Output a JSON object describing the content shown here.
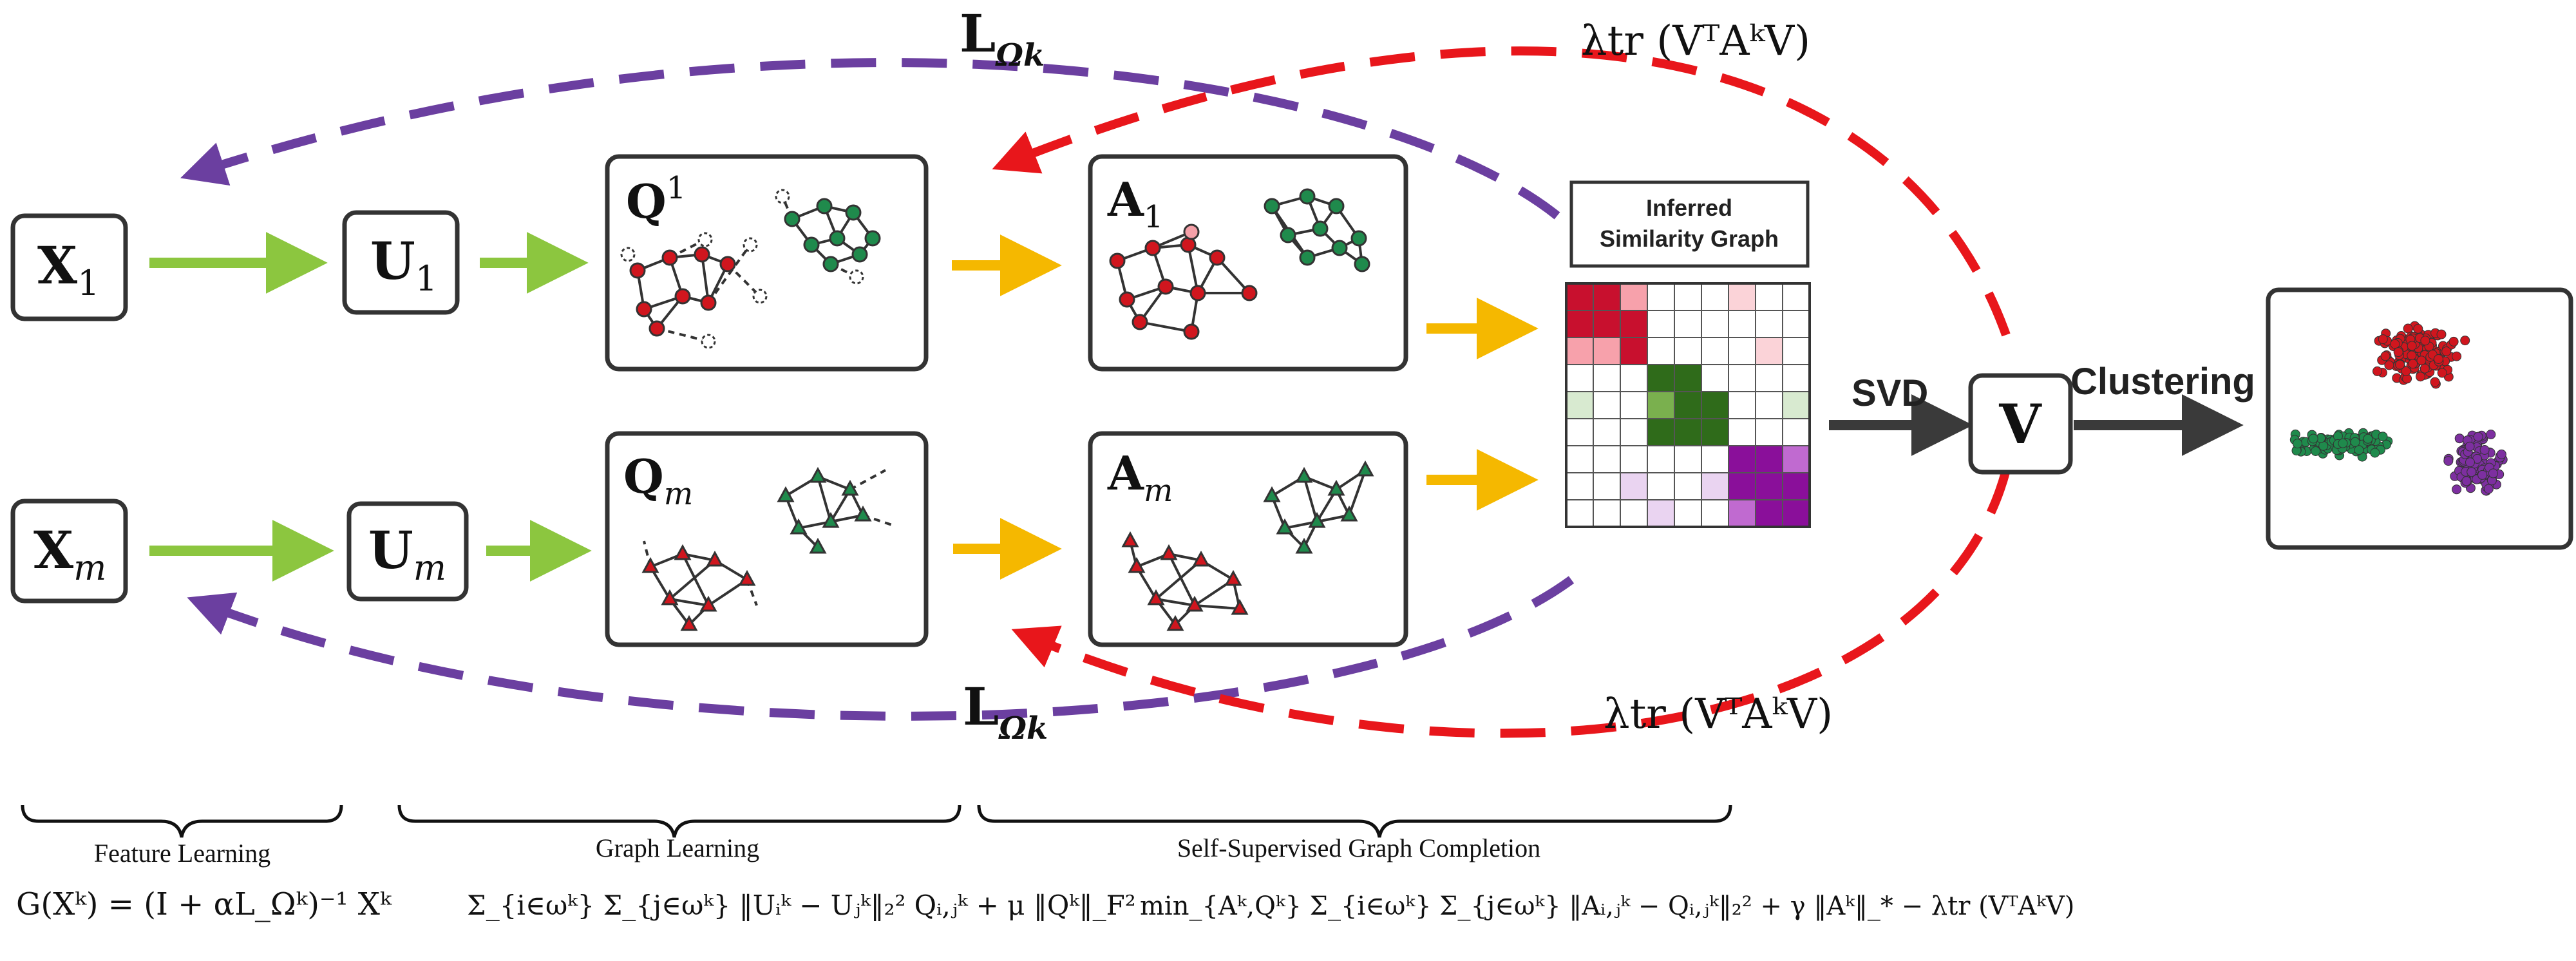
{
  "nodes": {
    "x1": {
      "main": "X",
      "sub": "1"
    },
    "xm": {
      "main": "X",
      "sub": "m"
    },
    "u1": {
      "main": "U",
      "sub": "1"
    },
    "um": {
      "main": "U",
      "sub": "m"
    },
    "q1": {
      "main": "Q",
      "sup": "1"
    },
    "qm": {
      "main": "Q",
      "sub": "m"
    },
    "a1": {
      "main": "A",
      "sub": "1"
    },
    "am": {
      "main": "A",
      "sub": "m"
    },
    "v": {
      "main": "V"
    }
  },
  "similarity_graph": {
    "title_line1": "Inferred",
    "title_line2": "Similarity Graph"
  },
  "svd_label": "SVD",
  "clustering_label": "Clustering",
  "loss_labels": {
    "l_omega_top": {
      "main": "L",
      "sub": "Ωk"
    },
    "l_omega_bottom": {
      "main": "L",
      "sub": "Ωk"
    },
    "lambda_top": "λtr (VᵀAᵏV)",
    "lambda_bottom": "λtr (VᵀAᵏV)"
  },
  "sections": {
    "feature": {
      "label": "Feature Learning",
      "formula": "G(Xᵏ) = (I + αL_Ωᵏ)⁻¹ Xᵏ"
    },
    "graph": {
      "label": "Graph Learning",
      "formula": "Σ_{i∈ωᵏ} Σ_{j∈ωᵏ} ‖Uᵢᵏ − Uⱼᵏ‖₂² Qᵢ,ⱼᵏ + μ ‖Qᵏ‖_F²"
    },
    "completion": {
      "label": "Self-Supervised Graph Completion",
      "formula": "min_{Aᵏ,Qᵏ} Σ_{i∈ωᵏ} Σ_{j∈ωᵏ} ‖Aᵢ,ⱼᵏ − Qᵢ,ⱼᵏ‖₂² + γ ‖Aᵏ‖_* − λtr (VᵀAᵏV)"
    }
  },
  "colors": {
    "green_arrow": "#8cc63f",
    "yellow_arrow": "#f5b800",
    "purple_dashed": "#6b3fa0",
    "red_dashed": "#e8161b",
    "dark_arrow": "#3a3a3a",
    "red_node": "#d0161e",
    "green_node": "#1f8a4c",
    "purple_node": "#7d2fa0"
  }
}
